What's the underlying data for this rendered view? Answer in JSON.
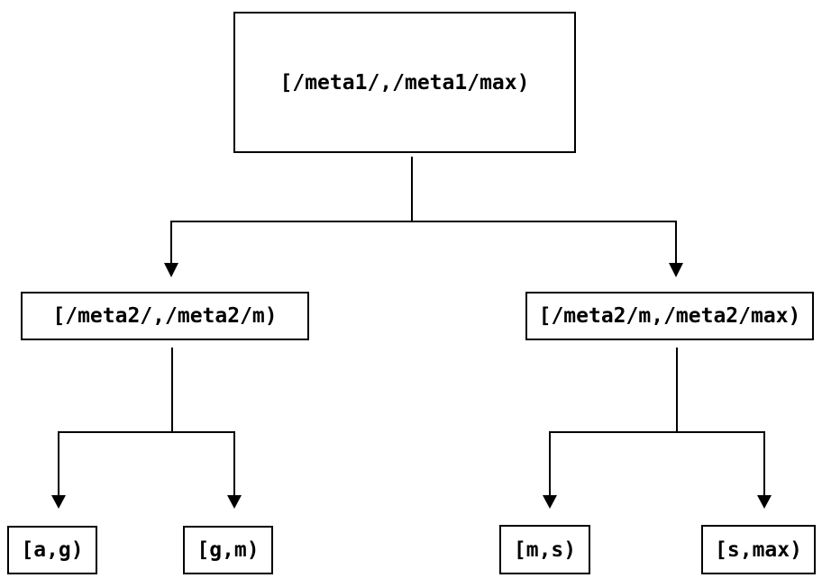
{
  "diagram": {
    "type": "tree",
    "background_color": "#ffffff",
    "line_color": "#000000",
    "node_border_color": "#000000",
    "node_fill_color": "#ffffff",
    "text_color": "#000000",
    "nodes": {
      "root": {
        "label": "[/meta1/,/meta1/max)"
      },
      "mid_left": {
        "label": "[/meta2/,/meta2/m)"
      },
      "mid_right": {
        "label": "[/meta2/m,/meta2/max)"
      },
      "leaf_ag": {
        "label": "[a,g)"
      },
      "leaf_gm": {
        "label": "[g,m)"
      },
      "leaf_ms": {
        "label": "[m,s)"
      },
      "leaf_smax": {
        "label": "[s,max)"
      }
    },
    "edges": [
      {
        "from": "root",
        "to": "mid_left"
      },
      {
        "from": "root",
        "to": "mid_right"
      },
      {
        "from": "mid_left",
        "to": "leaf_ag"
      },
      {
        "from": "mid_left",
        "to": "leaf_gm"
      },
      {
        "from": "mid_right",
        "to": "leaf_ms"
      },
      {
        "from": "mid_right",
        "to": "leaf_smax"
      }
    ]
  }
}
